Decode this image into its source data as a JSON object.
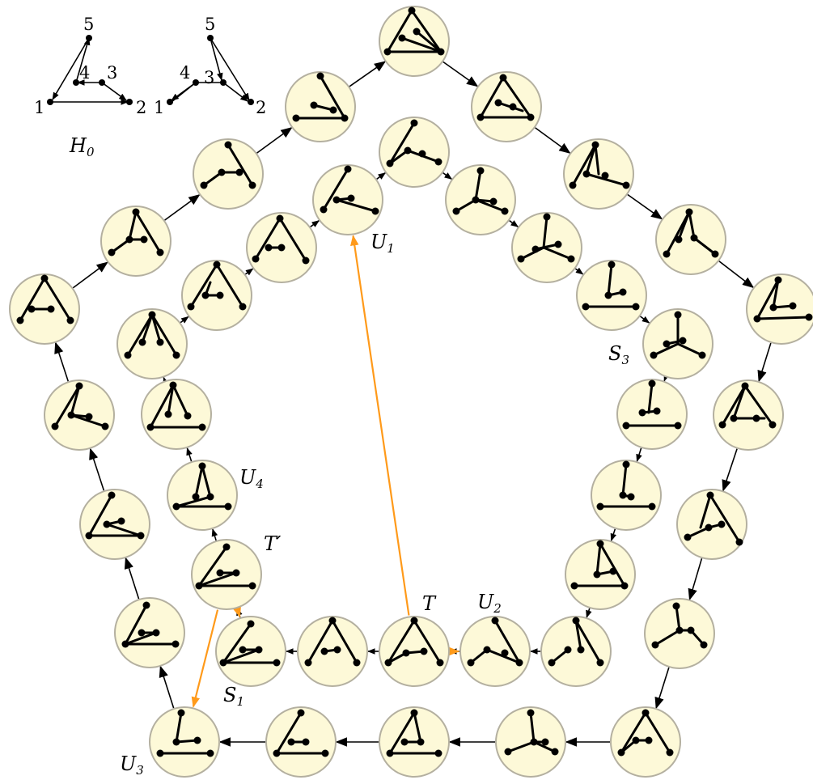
{
  "h0": {
    "vertex_numbers": [
      "5",
      "4",
      "3",
      "1",
      "2"
    ],
    "vertex_numbers_b": [
      "5",
      "4",
      "3",
      "1",
      "2"
    ],
    "label": "H",
    "label_sub": "0"
  },
  "labels": {
    "U1": {
      "main": "U",
      "sub": "1"
    },
    "U2": {
      "main": "U",
      "sub": "2"
    },
    "U3": {
      "main": "U",
      "sub": "3"
    },
    "U4": {
      "main": "U",
      "sub": "4"
    },
    "S1": {
      "main": "S",
      "sub": "1"
    },
    "S3": {
      "main": "S",
      "sub": "3"
    },
    "T": {
      "main": "T",
      "sub": ""
    },
    "Tp": {
      "main": "T′",
      "sub": ""
    }
  },
  "colors": {
    "node_fill": "#fdf9d8",
    "node_stroke": "#b4b0a0",
    "transition_black": "#000000",
    "transition_orange": "#ff9a1a"
  }
}
